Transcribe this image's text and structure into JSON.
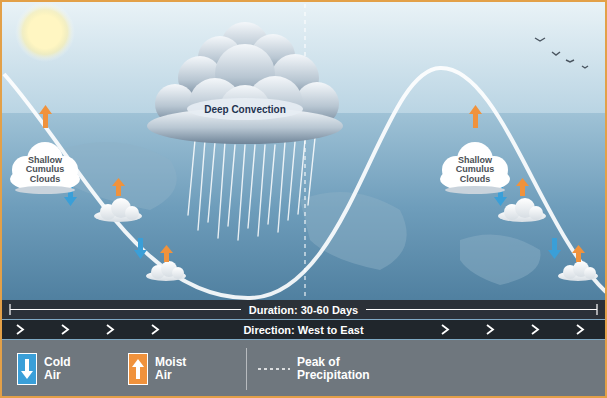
{
  "diagram": {
    "nodes": [
      {
        "text": [
          "Deep Convection"
        ]
      },
      {
        "text": [
          "Shallow Cumulus Clouds"
        ]
      },
      {
        "text": [
          "Shallow Cumulus Clouds"
        ]
      },
      {
        "text": [
          "Duration: 30-60 Days"
        ]
      },
      {
        "text": [
          "Direction: West to East"
        ]
      }
    ],
    "legend": [
      {
        "text": "Cold Air",
        "color": "#3a9fd8"
      },
      {
        "text": "Moist Air",
        "color": "#f0923c"
      },
      {
        "text": "Peak of Precipitation"
      }
    ]
  }
}
